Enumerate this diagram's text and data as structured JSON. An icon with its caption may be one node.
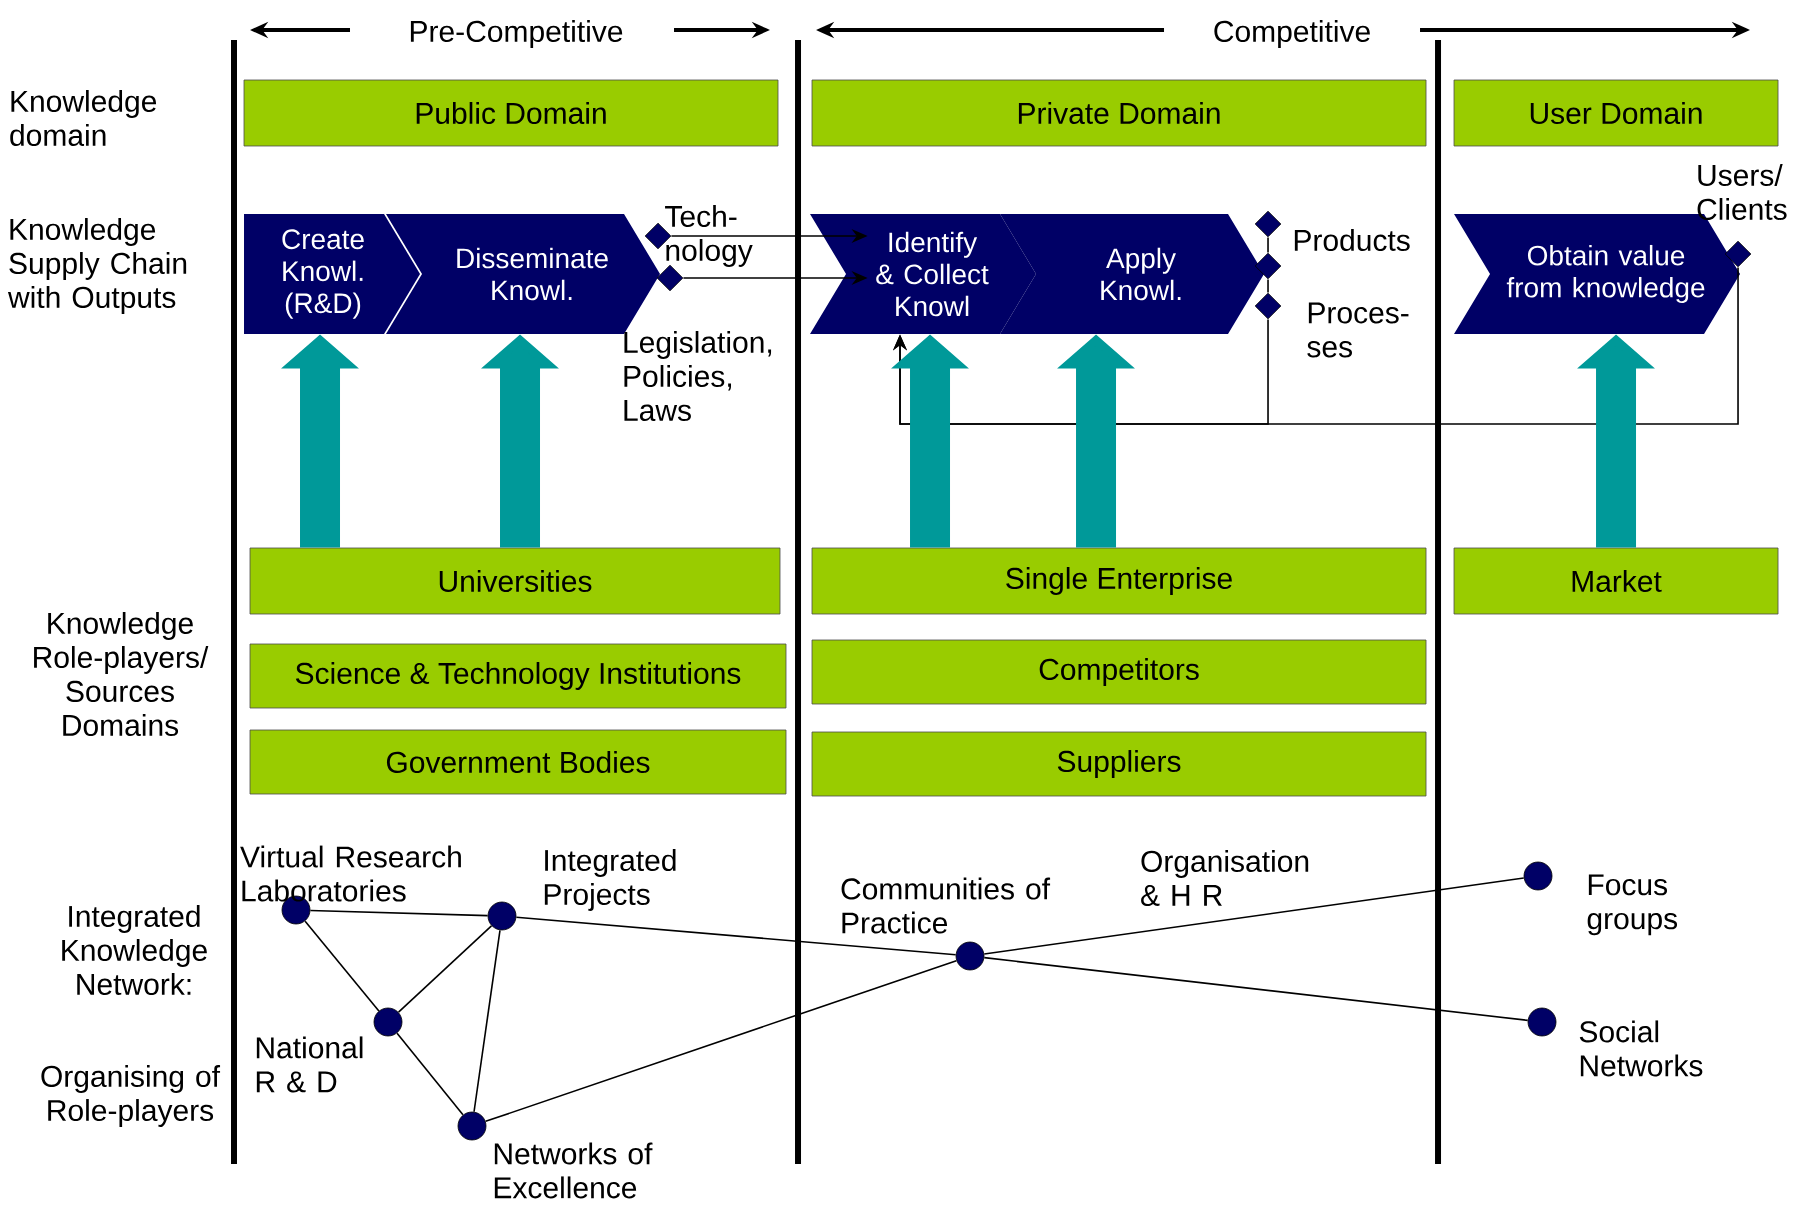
{
  "diagram": {
    "nodes": [
      {
        "text": [
          "Public Domain"
        ]
      },
      {
        "text": [
          "Private Domain"
        ]
      },
      {
        "text": [
          "User Domain"
        ]
      },
      {
        "text": [
          "Create Knowl. (R&D)"
        ]
      },
      {
        "text": [
          "Disseminate Knowl."
        ]
      },
      {
        "text": [
          "Identify & Collect Knowl"
        ]
      },
      {
        "text": [
          "Apply Knowl."
        ]
      },
      {
        "text": [
          "Obtain value from knowledge"
        ]
      },
      {
        "text": [],
        "shape": "diamond",
        "beside": [
          "Tech- nology"
        ]
      },
      {
        "text": [],
        "shape": "diamond"
      },
      {
        "text": [],
        "shape": "diamond",
        "beside": [
          "Products"
        ]
      },
      {
        "text": [],
        "shape": "diamond"
      },
      {
        "text": [],
        "shape": "diamond",
        "beside": [
          "Proces- ses"
        ]
      },
      {
        "text": [],
        "shape": "diamond"
      },
      {
        "text": [
          "Universities"
        ]
      },
      {
        "text": [
          "Science & Technology Institutions"
        ]
      },
      {
        "text": [
          "Government Bodies"
        ]
      },
      {
        "text": [
          "Single Enterprise"
        ]
      },
      {
        "text": [
          "Competitors"
        ]
      },
      {
        "text": [
          "Suppliers"
        ]
      },
      {
        "text": [
          "Market"
        ]
      },
      {
        "text": [],
        "shape": "circle",
        "beside": [
          "Virtual Research Laboratories"
        ]
      },
      {
        "text": [],
        "shape": "circle",
        "beside": [
          "Integrated Projects"
        ]
      },
      {
        "text": [],
        "shape": "circle",
        "beside": [
          "National R & D"
        ]
      },
      {
        "text": [],
        "shape": "circle",
        "beside": [
          "Networks of Excellence"
        ]
      },
      {
        "text": [],
        "shape": "circle",
        "beside": [
          "Communities of Practice"
        ]
      },
      {
        "text": [],
        "shape": "circle",
        "beside": [
          "Focus groups"
        ]
      },
      {
        "text": [],
        "shape": "circle",
        "beside": [
          "Social Networks"
        ]
      }
    ],
    "edges": [
      {
        "from": 8,
        "to": 5,
        "arrow": "to"
      },
      {
        "from": 9,
        "to": 5,
        "arrow": "to"
      },
      {
        "from": 10,
        "to": 11,
        "arrow": "none"
      },
      {
        "from": 11,
        "to": 12,
        "arrow": "none"
      },
      {
        "from": 12,
        "to": 5,
        "arrow": "to"
      },
      {
        "from": 13,
        "to": 5,
        "arrow": "to"
      },
      {
        "from": 14,
        "to": 3,
        "arrow": "to",
        "style": "thick",
        "color": "#009999"
      },
      {
        "from": 14,
        "to": 4,
        "arrow": "to",
        "style": "thick",
        "color": "#009999"
      },
      {
        "from": 17,
        "to": 5,
        "arrow": "to",
        "style": "thick",
        "color": "#009999"
      },
      {
        "from": 17,
        "to": 6,
        "arrow": "to",
        "style": "thick",
        "color": "#009999"
      },
      {
        "from": 20,
        "to": 7,
        "arrow": "to",
        "style": "thick",
        "color": "#009999"
      },
      {
        "from": 21,
        "to": 22,
        "arrow": "none"
      },
      {
        "from": 21,
        "to": 23,
        "arrow": "none"
      },
      {
        "from": 23,
        "to": 22,
        "arrow": "none"
      },
      {
        "from": 22,
        "to": 24,
        "arrow": "none"
      },
      {
        "from": 23,
        "to": 24,
        "arrow": "none"
      },
      {
        "from": 22,
        "to": 25,
        "arrow": "none"
      },
      {
        "from": 24,
        "to": 25,
        "arrow": "none"
      },
      {
        "from": 25,
        "to": 26,
        "arrow": "none"
      },
      {
        "from": 25,
        "to": 27,
        "arrow": "none"
      }
    ],
    "labels": [
      "Pre-Competitive",
      "Competitive",
      "Knowledge domain",
      "Knowledge Supply Chain with Outputs",
      "Users/ Clients",
      "Legislation, Policies, Laws",
      "Knowledge Role-players/ Sources Domains",
      "Integrated Knowledge Network:",
      "Organising of Role-players",
      "Organisation & H R"
    ]
  }
}
